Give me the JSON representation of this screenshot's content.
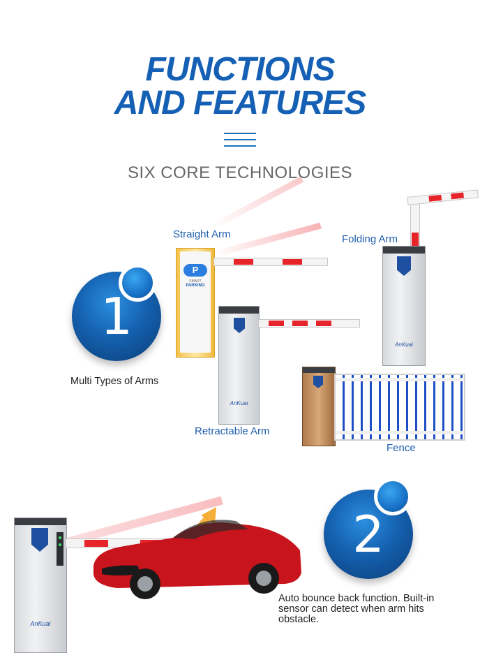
{
  "header": {
    "title_line1": "FUNCTIONS",
    "title_line2": "AND FEATURES",
    "subtitle": "SIX CORE TECHNOLOGIES"
  },
  "feature1": {
    "number": "1",
    "caption": "Multi Types of Arms",
    "labels": {
      "straight_arm": "Straight Arm",
      "folding_arm": "Folding Arm",
      "retractable_arm": "Retractable Arm",
      "fence": "Fence"
    },
    "parking_sign": {
      "top": "SMART",
      "bottom": "PARKING"
    },
    "brand": "AnKuai"
  },
  "feature2": {
    "number": "2",
    "caption": "Auto bounce back function. Built-in sensor can detect when arm hits obstacle.",
    "brand": "AnKuai"
  },
  "colors": {
    "brand_blue": "#1560b5",
    "label_blue": "#1f5fae",
    "arm_red": "#e8242b"
  },
  "icons": [
    "parking-icon",
    "ankuai-logo-icon",
    "bounce-arrow-icon"
  ]
}
